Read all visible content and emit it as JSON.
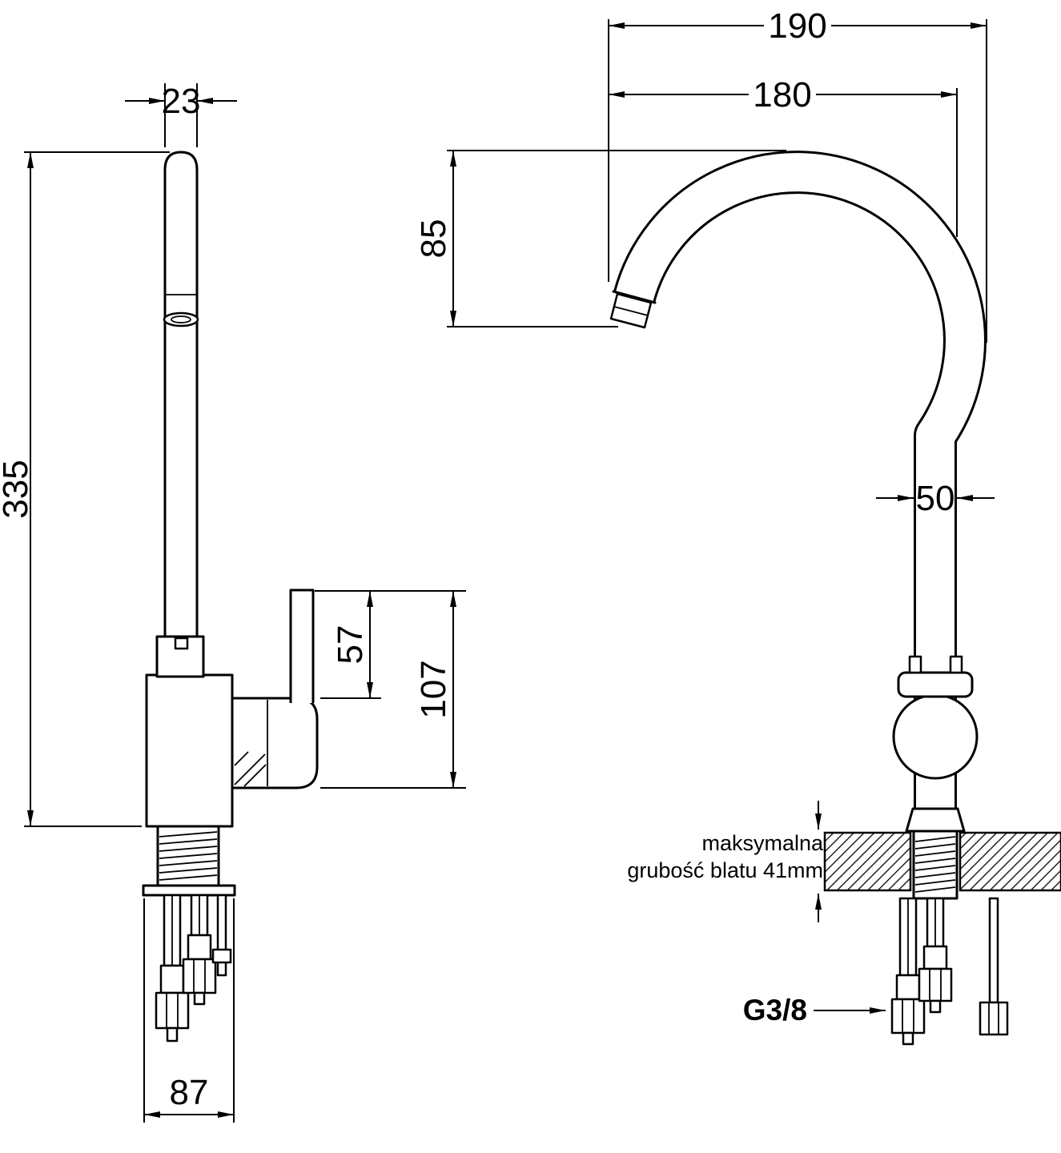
{
  "drawing": {
    "colors": {
      "line": "#000000",
      "background": "#ffffff"
    },
    "labels": {
      "dim_23": "23",
      "dim_335": "335",
      "dim_87": "87",
      "dim_57": "57",
      "dim_107": "107",
      "dim_190": "190",
      "dim_180": "180",
      "dim_85": "85",
      "dim_50": "50",
      "note_line1": "maksymalna",
      "note_line2": "grubość blatu 41mm",
      "thread": "G3/8"
    }
  }
}
